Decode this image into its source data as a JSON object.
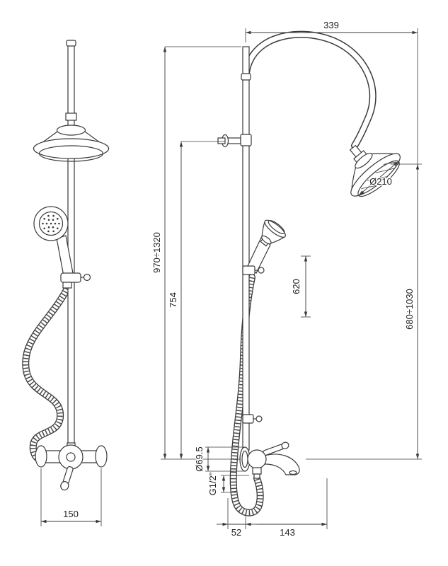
{
  "background": "#ffffff",
  "ink": "#3a3a3a",
  "dims": {
    "top_width": "339",
    "head_diameter": "Ø210",
    "total_height_range": "970÷1320",
    "column_height": "754",
    "slider_travel": "620",
    "head_height_range": "680÷1030",
    "rosette_diameter": "Ø69.5",
    "thread_size": "G1/2\"",
    "wall_offset": "52",
    "spout_reach": "143",
    "inlet_centers": "150"
  }
}
